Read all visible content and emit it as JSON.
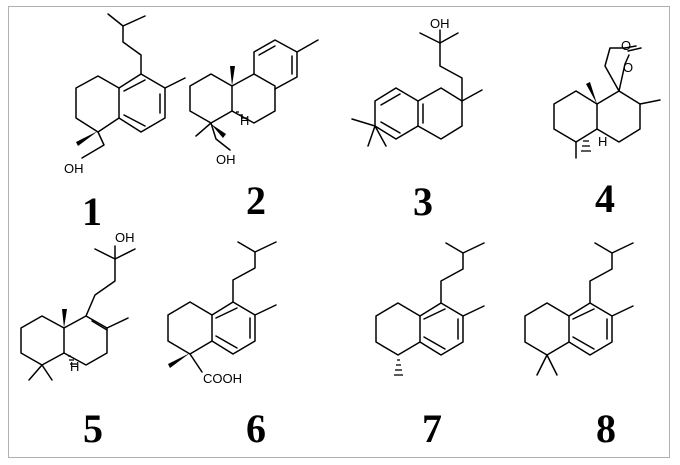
{
  "compounds": [
    {
      "number": "1",
      "labels": [
        "OH"
      ]
    },
    {
      "number": "2",
      "labels": [
        "OH",
        "H"
      ]
    },
    {
      "number": "3",
      "labels": [
        "OH"
      ]
    },
    {
      "number": "4",
      "labels": [
        "O",
        "O",
        "H"
      ]
    },
    {
      "number": "5",
      "labels": [
        "OH",
        "H"
      ]
    },
    {
      "number": "6",
      "labels": [
        "COOH"
      ]
    },
    {
      "number": "7",
      "labels": []
    },
    {
      "number": "8",
      "labels": []
    }
  ]
}
